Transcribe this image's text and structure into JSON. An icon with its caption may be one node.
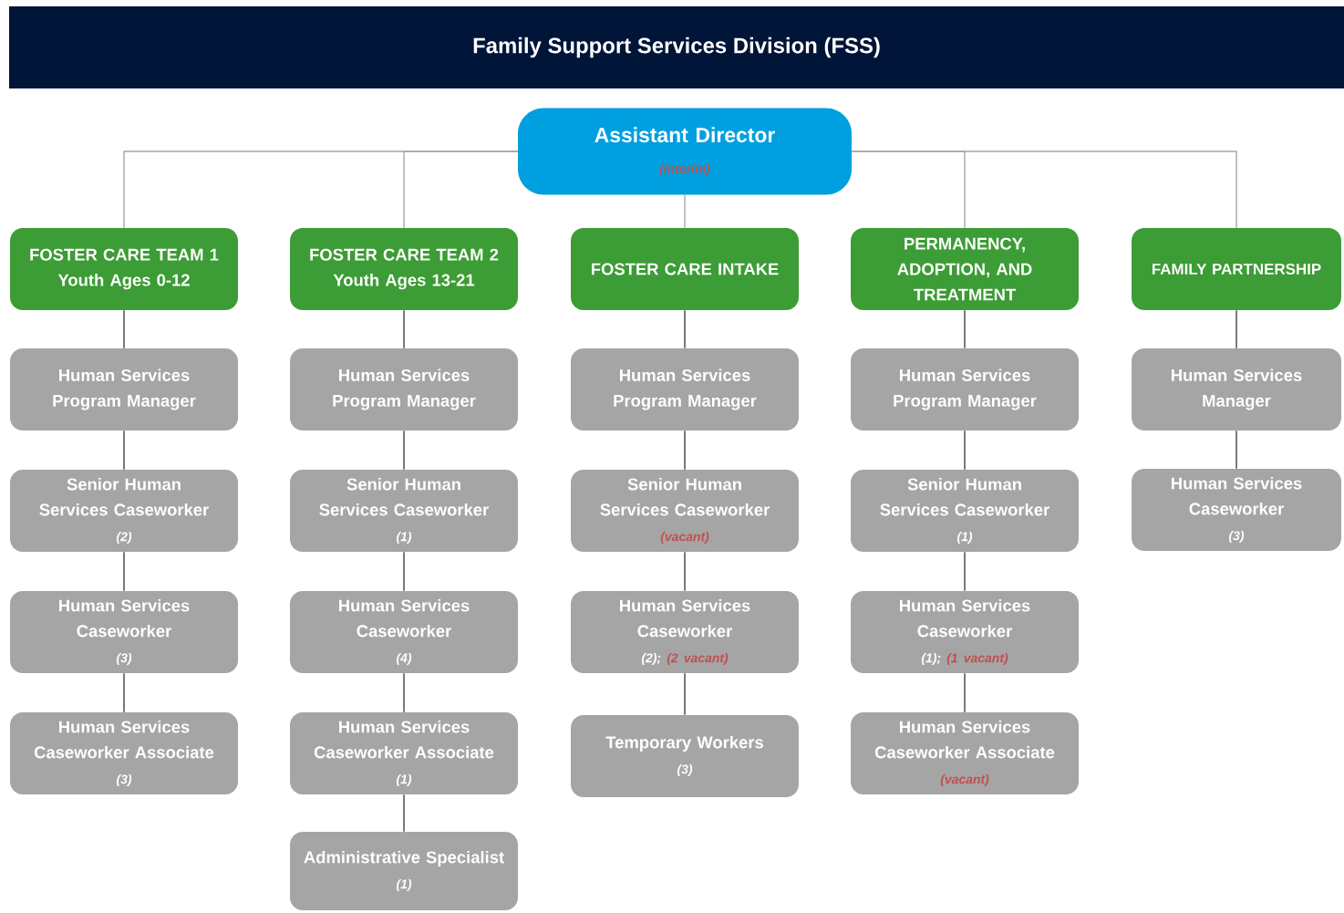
{
  "diagram": {
    "title": "Family Support Services Division (FSS)",
    "nodes": [
      {
        "text": [
          "Assistant Director",
          "(interim)"
        ]
      },
      {
        "text": [
          "FOSTER CARE TEAM 1",
          "Youth Ages 0-12"
        ]
      },
      {
        "text": [
          "FOSTER CARE TEAM 2",
          "Youth Ages 13-21"
        ]
      },
      {
        "text": [
          "FOSTER CARE INTAKE"
        ]
      },
      {
        "text": [
          "PERMANENCY, ADOPTION, AND TREATMENT"
        ]
      },
      {
        "text": [
          "FAMILY PARTNERSHIP"
        ]
      },
      {
        "text": [
          "Human Services Program Manager"
        ]
      },
      {
        "text": [
          "Senior Human Services Caseworker",
          "(2)"
        ]
      },
      {
        "text": [
          "Human Services Caseworker",
          "(3)"
        ]
      },
      {
        "text": [
          "Human Services Caseworker Associate",
          "(3)"
        ]
      },
      {
        "text": [
          "Human Services Program Manager"
        ]
      },
      {
        "text": [
          "Senior Human Services Caseworker",
          "(1)"
        ]
      },
      {
        "text": [
          "Human Services Caseworker",
          "(4)"
        ]
      },
      {
        "text": [
          "Human Services Caseworker Associate",
          "(1)"
        ]
      },
      {
        "text": [
          "Administrative Specialist",
          "(1)"
        ]
      },
      {
        "text": [
          "Human Services Program Manager"
        ]
      },
      {
        "text": [
          "Senior Human Services Caseworker",
          "(vacant)"
        ]
      },
      {
        "text": [
          "Human Services Caseworker",
          "(2);",
          "(2 vacant)"
        ]
      },
      {
        "text": [
          "Temporary Workers",
          "(3)"
        ]
      },
      {
        "text": [
          "Human Services Program Manager"
        ]
      },
      {
        "text": [
          "Senior Human Services Caseworker",
          "(1)"
        ]
      },
      {
        "text": [
          "Human Services Caseworker",
          "(1);",
          "(1 vacant)"
        ]
      },
      {
        "text": [
          "Human Services Caseworker Associate",
          "(vacant)"
        ]
      },
      {
        "text": [
          "Human Services Manager"
        ]
      },
      {
        "text": [
          "Human Services Caseworker",
          "(3)"
        ]
      }
    ],
    "edges": [
      {
        "from": 0,
        "to": 1,
        "arrow": "none",
        "color": "#a6a6a6"
      },
      {
        "from": 0,
        "to": 2,
        "arrow": "none",
        "color": "#a6a6a6"
      },
      {
        "from": 0,
        "to": 3,
        "arrow": "none",
        "color": "#a6a6a6"
      },
      {
        "from": 0,
        "to": 4,
        "arrow": "none",
        "color": "#a6a6a6"
      },
      {
        "from": 0,
        "to": 5,
        "arrow": "none",
        "color": "#a6a6a6"
      },
      {
        "from": 1,
        "to": 6,
        "arrow": "none"
      },
      {
        "from": 6,
        "to": 7,
        "arrow": "none"
      },
      {
        "from": 7,
        "to": 8,
        "arrow": "none"
      },
      {
        "from": 8,
        "to": 9,
        "arrow": "none"
      },
      {
        "from": 2,
        "to": 10,
        "arrow": "none"
      },
      {
        "from": 10,
        "to": 11,
        "arrow": "none"
      },
      {
        "from": 11,
        "to": 12,
        "arrow": "none"
      },
      {
        "from": 12,
        "to": 13,
        "arrow": "none"
      },
      {
        "from": 13,
        "to": 14,
        "arrow": "none"
      },
      {
        "from": 3,
        "to": 15,
        "arrow": "none"
      },
      {
        "from": 15,
        "to": 16,
        "arrow": "none"
      },
      {
        "from": 16,
        "to": 17,
        "arrow": "none"
      },
      {
        "from": 17,
        "to": 18,
        "arrow": "none"
      },
      {
        "from": 4,
        "to": 19,
        "arrow": "none"
      },
      {
        "from": 19,
        "to": 20,
        "arrow": "none"
      },
      {
        "from": 20,
        "to": 21,
        "arrow": "none"
      },
      {
        "from": 21,
        "to": 22,
        "arrow": "none"
      },
      {
        "from": 5,
        "to": 23,
        "arrow": "none"
      },
      {
        "from": 23,
        "to": 24,
        "arrow": "none"
      }
    ]
  }
}
